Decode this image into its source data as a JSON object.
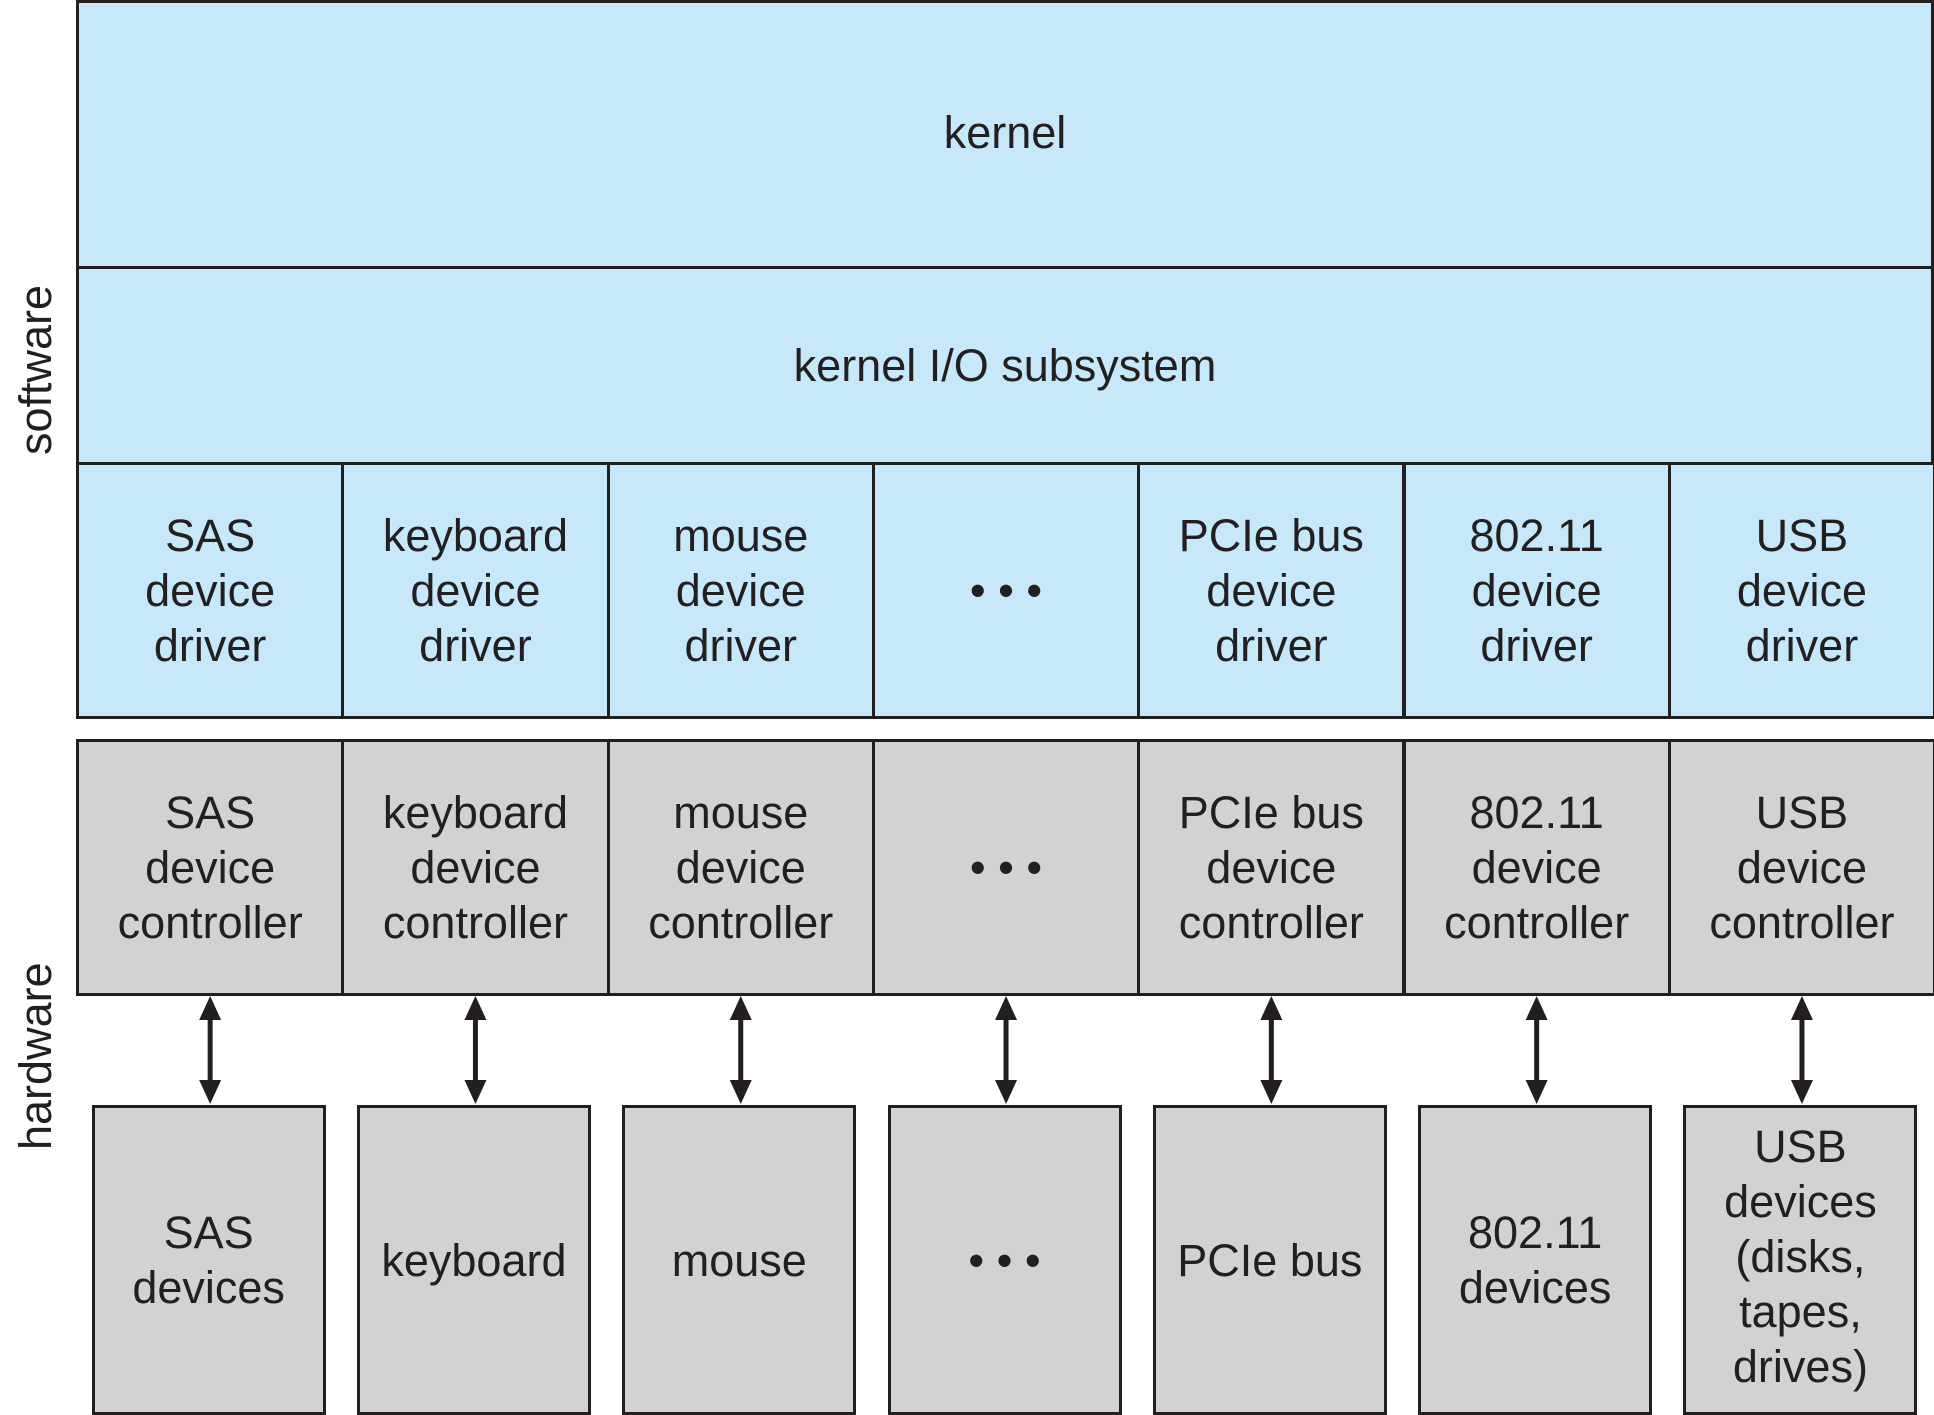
{
  "side_labels": {
    "software": "software",
    "hardware": "hardware"
  },
  "colors": {
    "software_fill": "#c6e8f8",
    "hardware_fill": "#d1d2d4",
    "stroke": "#231f20"
  },
  "kernel": "kernel",
  "io_subsystem": "kernel I/O subsystem",
  "drivers": [
    "SAS\ndevice\ndriver",
    "keyboard\ndevice\ndriver",
    "mouse\ndevice\ndriver",
    "• • •",
    "PCIe bus\ndevice\ndriver",
    "802.11\ndevice\ndriver",
    "USB\ndevice\ndriver"
  ],
  "controllers": [
    "SAS\ndevice\ncontroller",
    "keyboard\ndevice\ncontroller",
    "mouse\ndevice\ncontroller",
    "• • •",
    "PCIe bus\ndevice\ncontroller",
    "802.11\ndevice\ncontroller",
    "USB\ndevice\ncontroller"
  ],
  "devices": [
    "SAS\ndevices",
    "keyboard",
    "mouse",
    "• • •",
    "PCIe bus",
    "802.11\ndevices",
    "USB\ndevices\n(disks,\ntapes,\ndrives)"
  ]
}
